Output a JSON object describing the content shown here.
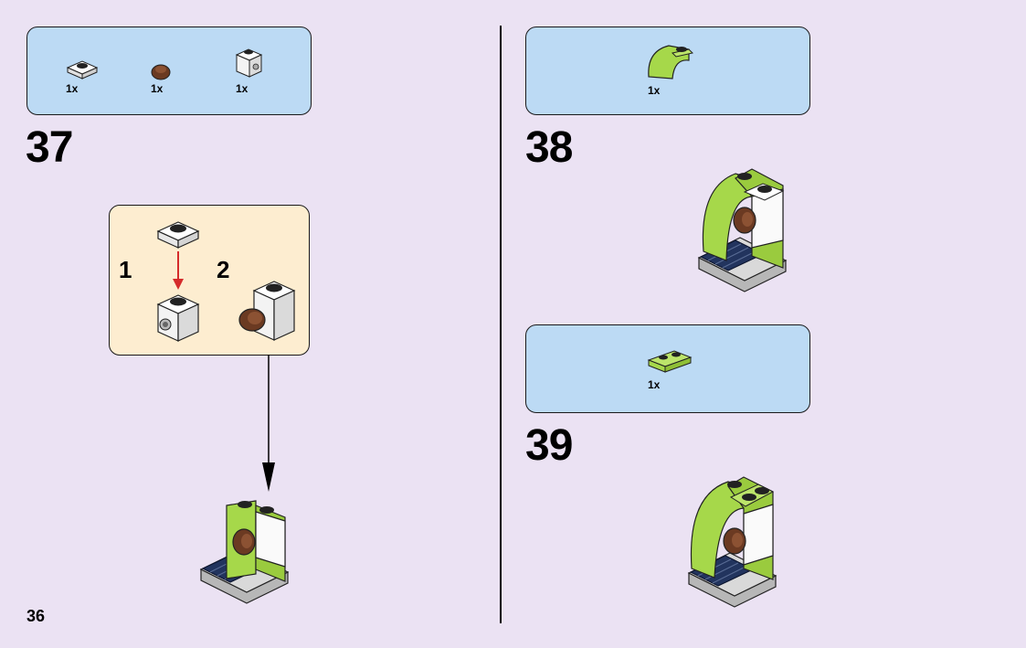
{
  "page_number": "36",
  "steps": [
    {
      "number": "37",
      "parts": [
        {
          "qty": "1x",
          "icon": "white-plate-1x1-icon"
        },
        {
          "qty": "1x",
          "icon": "brown-round-tile-icon"
        },
        {
          "qty": "1x",
          "icon": "white-brick-with-stud-icon"
        }
      ],
      "subassembly": {
        "steps": [
          "1",
          "2"
        ]
      }
    },
    {
      "number": "38",
      "parts": [
        {
          "qty": "1x",
          "icon": "lime-curved-slope-icon"
        }
      ]
    },
    {
      "number": "39",
      "parts": [
        {
          "qty": "1x",
          "icon": "lime-plate-1x2-icon"
        }
      ]
    }
  ],
  "colors": {
    "background": "#ebe2f3",
    "parts_box": "#bcdaf4",
    "subassembly_box": "#fdedd0",
    "lime": "#a6d84a",
    "white_brick": "#f4f4f4",
    "brown": "#6b3a22",
    "navy": "#22345e",
    "arrow_red": "#d52b2b"
  }
}
